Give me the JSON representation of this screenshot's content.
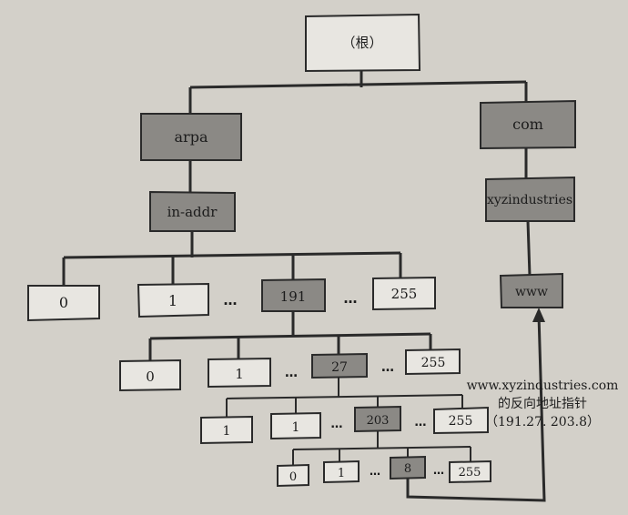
{
  "root": {
    "label": "（根）"
  },
  "arpa": {
    "label": "arpa"
  },
  "in_addr": {
    "label": "in-addr"
  },
  "com": {
    "label": "com"
  },
  "xyzindustries": {
    "label": "xyzindustries"
  },
  "www": {
    "label": "www"
  },
  "level1": [
    "0",
    "1",
    "191",
    "255"
  ],
  "level2": [
    "0",
    "1",
    "27",
    "255"
  ],
  "level3": [
    "1",
    "1",
    "203",
    "255"
  ],
  "level4": [
    "0",
    "1",
    "8",
    "255"
  ],
  "ellipsis": "…",
  "annotation": {
    "line1": "www.xyzindustries.com",
    "line2": "的反向地址指针",
    "line3": "（191.27. 203.8）"
  }
}
